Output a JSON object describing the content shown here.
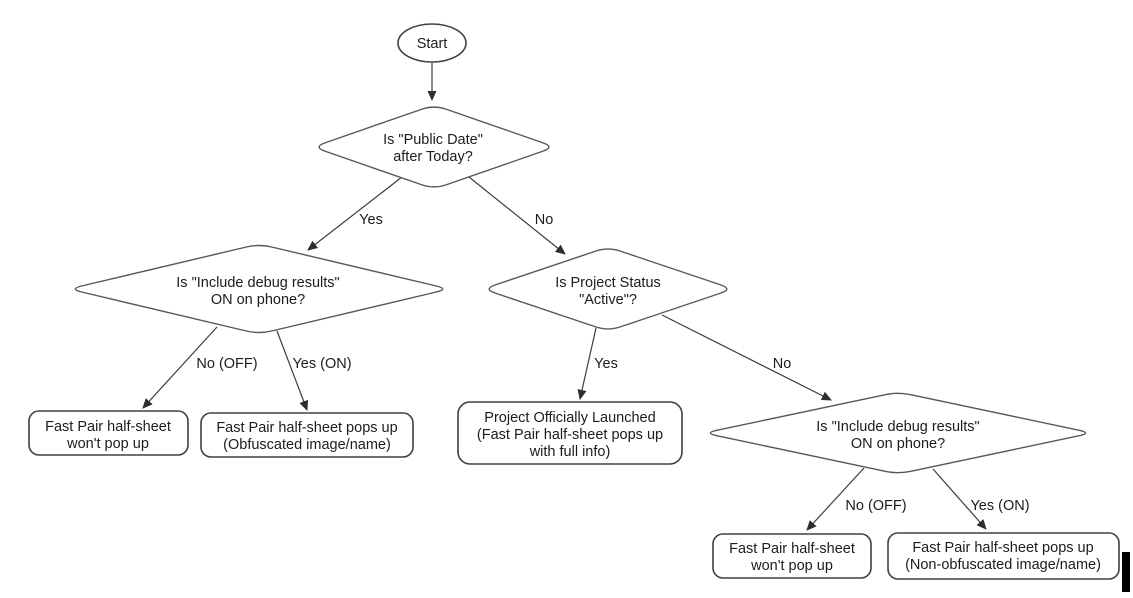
{
  "title": "Fast Pair half-sheet decision flowchart",
  "colors": {
    "background": "#ffffff",
    "shape_stroke": "#4d4d4d",
    "edge_stroke": "#3d3d3d",
    "text": "#1c1c1c",
    "caret": "#000000"
  },
  "flowchart": {
    "nodes": {
      "start": {
        "label": "Start"
      },
      "public_date": {
        "lines": [
          "Is \"Public Date\"",
          "after Today?"
        ]
      },
      "debug_left": {
        "lines": [
          "Is \"Include debug results\"",
          "ON on phone?"
        ]
      },
      "project_status": {
        "lines": [
          "Is Project Status",
          "\"Active\"?"
        ]
      },
      "debug_right": {
        "lines": [
          "Is \"Include debug results\"",
          "ON on phone?"
        ]
      },
      "no_popup_left": {
        "lines": [
          "Fast Pair half-sheet",
          "won't pop up"
        ]
      },
      "obfuscated": {
        "lines": [
          "Fast Pair half-sheet pops up",
          "(Obfuscated image/name)"
        ]
      },
      "launched": {
        "lines": [
          "Project Officially Launched",
          "(Fast Pair half-sheet pops up",
          "with full info)"
        ]
      },
      "no_popup_right": {
        "lines": [
          "Fast Pair half-sheet",
          "won't pop up"
        ]
      },
      "non_obfuscated": {
        "lines": [
          "Fast Pair half-sheet pops up",
          "(Non-obfuscated image/name)"
        ]
      }
    },
    "edge_labels": {
      "public_yes": "Yes",
      "public_no": "No",
      "debug_left_no": "No (OFF)",
      "debug_left_yes": "Yes (ON)",
      "status_yes": "Yes",
      "status_no": "No",
      "debug_right_no": "No (OFF)",
      "debug_right_yes": "Yes (ON)"
    }
  }
}
